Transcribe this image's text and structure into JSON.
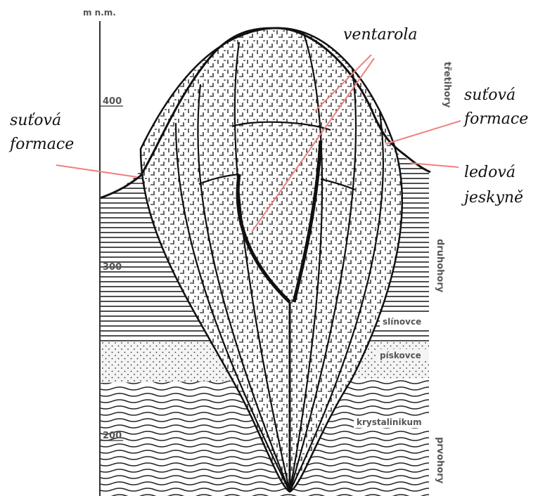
{
  "axis": {
    "unit": "m n.m.",
    "ticks": [
      "400",
      "300",
      "200"
    ]
  },
  "eras": {
    "top": "třetihory",
    "middle": "druhohory",
    "bottom": "prvohory"
  },
  "layers": {
    "marl": "slínovce",
    "sandstone": "pískovce",
    "crystalline": "krystalinikum"
  },
  "annotations": {
    "left_scree_line1": "suťová",
    "left_scree_line2": "formace",
    "ventarola": "ventarola",
    "right_scree_line1": "suťová",
    "right_scree_line2": "formace",
    "ice_cave_line1": "ledová",
    "ice_cave_line2": "jeskyně"
  },
  "colors": {
    "ink": "#111111",
    "leader": "#f08080",
    "sand": "#f2f2f2"
  }
}
